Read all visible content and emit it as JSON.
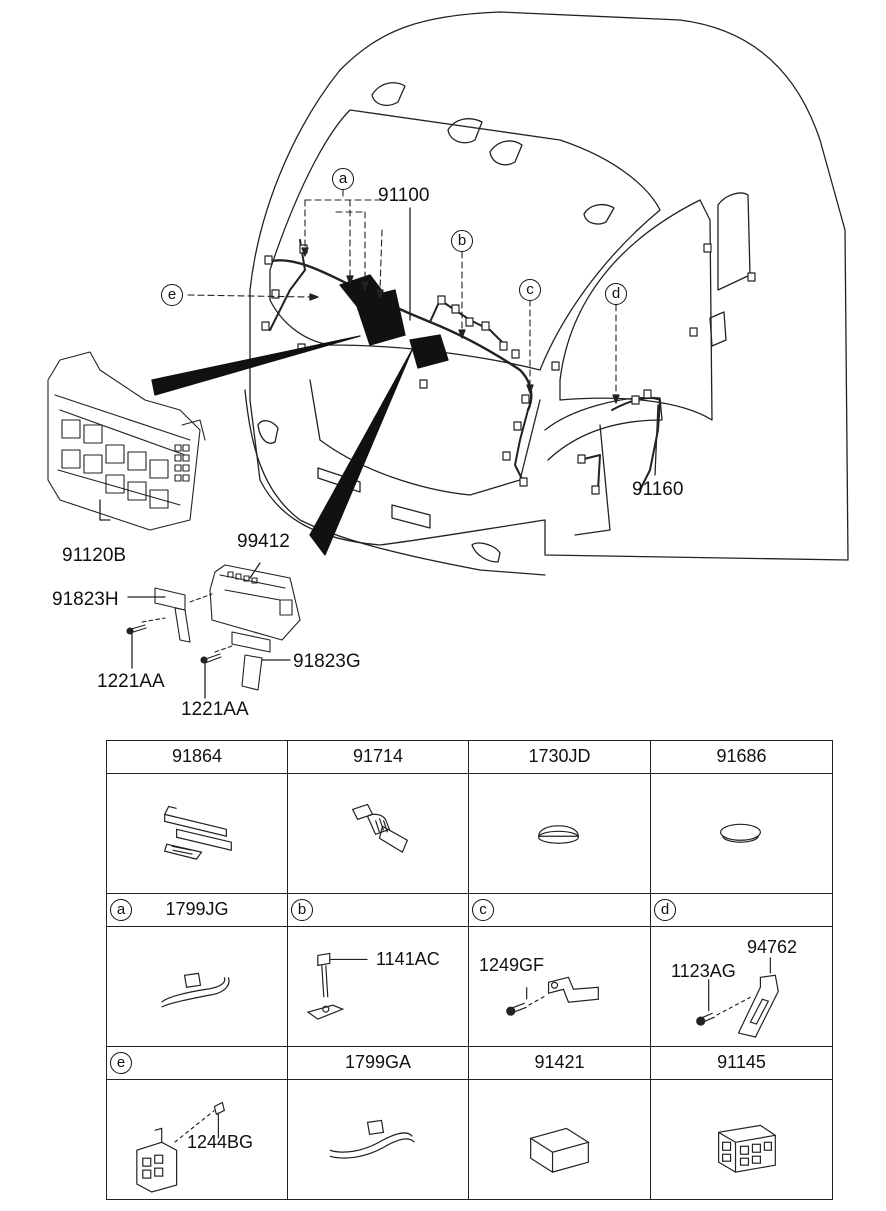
{
  "diagram": {
    "part_labels": {
      "p91100": "91100",
      "p91160": "91160",
      "p91120b": "91120B",
      "p99412": "99412",
      "p91823h": "91823H",
      "p91823g": "91823G",
      "p1221aa_1": "1221AA",
      "p1221aa_2": "1221AA"
    },
    "location_markers": [
      "a",
      "b",
      "c",
      "d",
      "e"
    ]
  },
  "table": {
    "rows": [
      [
        {
          "marker": "",
          "part": "91864"
        },
        {
          "marker": "",
          "part": "91714"
        },
        {
          "marker": "",
          "part": "1730JD"
        },
        {
          "marker": "",
          "part": "91686"
        }
      ],
      [
        {
          "marker": "a",
          "part": "1799JG"
        },
        {
          "marker": "b",
          "part": ""
        },
        {
          "marker": "c",
          "part": ""
        },
        {
          "marker": "d",
          "part": ""
        }
      ],
      [
        {
          "marker": "e",
          "part": ""
        },
        {
          "marker": "",
          "part": "1799GA"
        },
        {
          "marker": "",
          "part": "91421"
        },
        {
          "marker": "",
          "part": "91145"
        }
      ]
    ],
    "callouts": {
      "b_1141ac": "1141AC",
      "c_1249gf": "1249GF",
      "d_1123ag": "1123AG",
      "d_94762": "94762",
      "e_1244bg": "1244BG"
    }
  }
}
